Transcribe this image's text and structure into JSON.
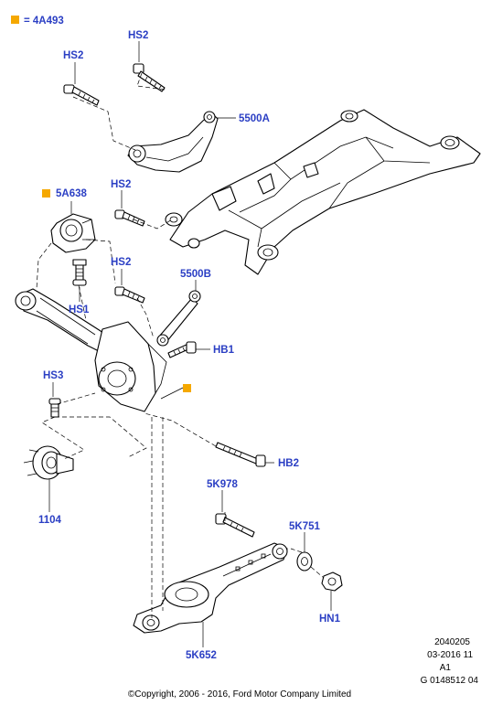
{
  "legend": {
    "marker_color": "#f5a800",
    "text": "= 4A493"
  },
  "labels": {
    "hs2_a": "HS2",
    "hs2_b": "HS2",
    "p5500a": "5500A",
    "p5a638": "5A638",
    "hs2_c": "HS2",
    "hs2_d": "HS2",
    "p5500b": "5500B",
    "hs1": "HS1",
    "hb1": "HB1",
    "hs3": "HS3",
    "hb2": "HB2",
    "p1104": "1104",
    "p5k978": "5K978",
    "p5k751": "5K751",
    "hn1": "HN1",
    "p5k652": "5K652"
  },
  "info": {
    "line1": "2040205",
    "line2": "03-2016 11",
    "line3": "A1",
    "line4": "G 0148512 04"
  },
  "copyright": "©Copyright, 2006 - 2016, Ford Motor Company Limited",
  "colors": {
    "label_blue": "#2b3fc4",
    "marker_orange": "#f5a800"
  }
}
